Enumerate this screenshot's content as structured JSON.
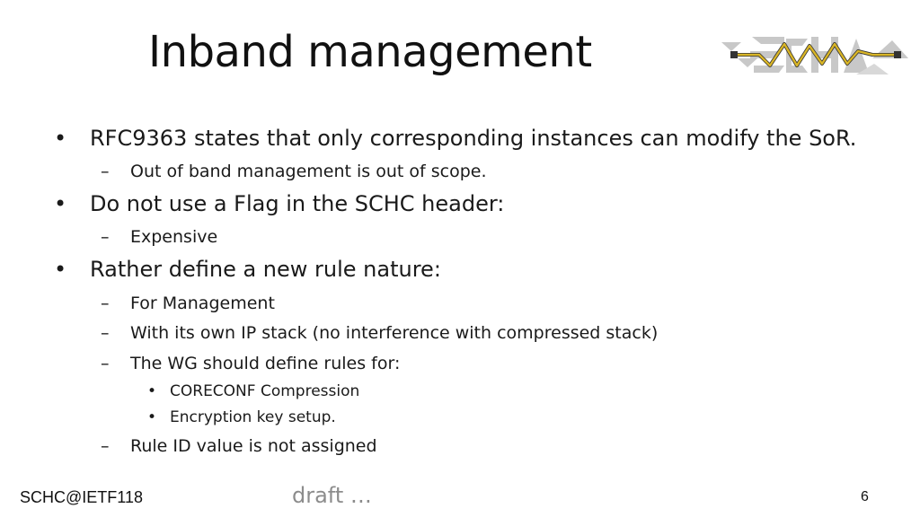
{
  "slide": {
    "title": "Inband management",
    "bullets": [
      {
        "mark": "•",
        "text": "RFC9363 states that only corresponding instances can modify the SoR."
      },
      {
        "mark": "–",
        "text": "Out of band management is out of scope."
      },
      {
        "mark": "•",
        "text": "Do not use a Flag in the SCHC header:"
      },
      {
        "mark": "–",
        "text": "Expensive"
      },
      {
        "mark": "•",
        "text": "Rather define a new rule nature:"
      },
      {
        "mark": "–",
        "text": "For Management"
      },
      {
        "mark": "–",
        "text": "With its own IP stack (no interference with compressed stack)"
      },
      {
        "mark": "–",
        "text": "The WG should define rules for:"
      },
      {
        "mark": "•",
        "text": "CORECONF Compression"
      },
      {
        "mark": "•",
        "text": "Encryption key setup."
      },
      {
        "mark": "–",
        "text": "Rule ID value is not assigned"
      }
    ]
  },
  "footer": {
    "left": "SCHC@IETF118",
    "middle": "draft …",
    "page": "6"
  },
  "logo": {
    "icon": "schc-logo-icon",
    "colors": {
      "grey": "#c8c8c8",
      "gold": "#d9b526",
      "dark": "#333333"
    }
  }
}
